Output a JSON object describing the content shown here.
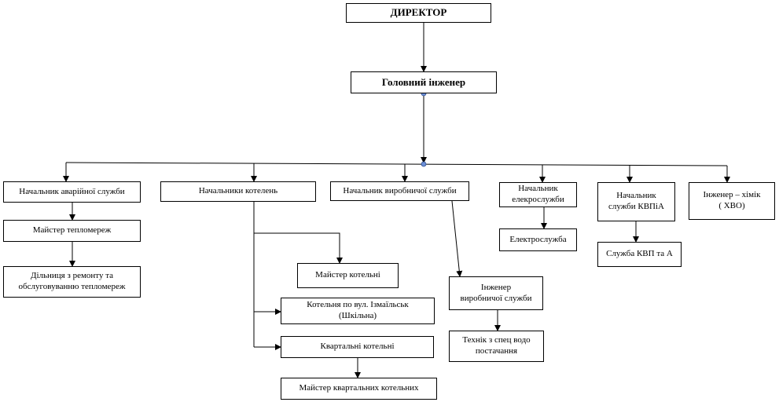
{
  "nodes": {
    "director": "ДИРЕКТОР",
    "chief_engineer": "Головний інженер",
    "emergency_head": "Начальник аварійної служби",
    "boiler_heads": "Начальники котелень",
    "production_head": "Начальник виробничої служби",
    "electric_head": "Начальник\nелекрослужби",
    "kvp_head": "Начальник\nслужби  КВПіА",
    "chemist": "Інженер – хімік\n( ХВО)",
    "network_master": "Майстер тепломереж",
    "repair_section": "Дільниця з ремонту та\nобслуговуванню тепломереж",
    "boiler_master": "Майстер котельні",
    "boiler_izmail": "Котельня по вул. Ізмаїльськ\n(Шкільна)",
    "quarter_boilers": "Квартальні котельні",
    "quarter_master": "Майстер квартальних котельних",
    "production_engineer": "Інженер\nвиробничої служби",
    "water_tech": "Технік з спец водо\nпостачання",
    "electric_service": "Електрослужба",
    "kvp_service": "Служба КВП та А"
  },
  "colors": {
    "line": "#000000",
    "junction": "#6b8fd6"
  }
}
